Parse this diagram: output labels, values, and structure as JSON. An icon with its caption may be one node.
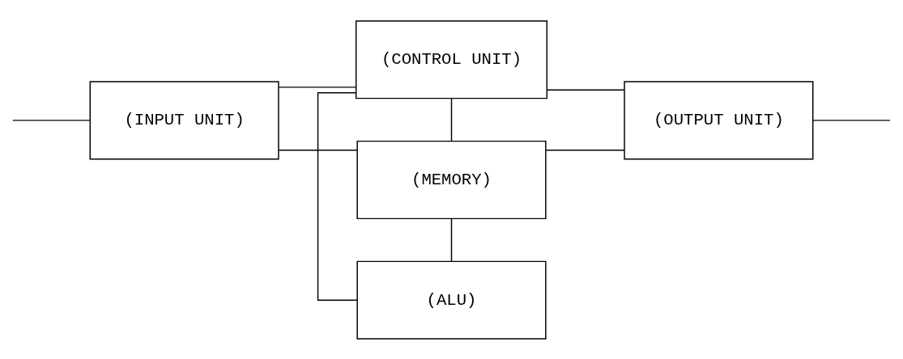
{
  "diagram": {
    "nodes": [
      {
        "text": [
          "(CONTROL UNIT)"
        ]
      },
      {
        "text": [
          "(INPUT UNIT)"
        ]
      },
      {
        "text": [
          "(MEMORY)"
        ]
      },
      {
        "text": [
          "(OUTPUT UNIT)"
        ]
      },
      {
        "text": [
          "(ALU)"
        ]
      }
    ],
    "edges": [
      {
        "from": 1,
        "to": 0,
        "arrow": "none"
      },
      {
        "from": 0,
        "to": 3,
        "arrow": "none"
      },
      {
        "from": 0,
        "to": 2,
        "arrow": "none"
      },
      {
        "from": 0,
        "to": 4,
        "arrow": "none"
      },
      {
        "from": 1,
        "to": 2,
        "arrow": "none"
      },
      {
        "from": 2,
        "to": 3,
        "arrow": "none"
      },
      {
        "from": 2,
        "to": 4,
        "arrow": "none"
      },
      {
        "from": null,
        "to": 1,
        "arrow": "none"
      },
      {
        "from": 3,
        "to": null,
        "arrow": "none"
      }
    ]
  }
}
